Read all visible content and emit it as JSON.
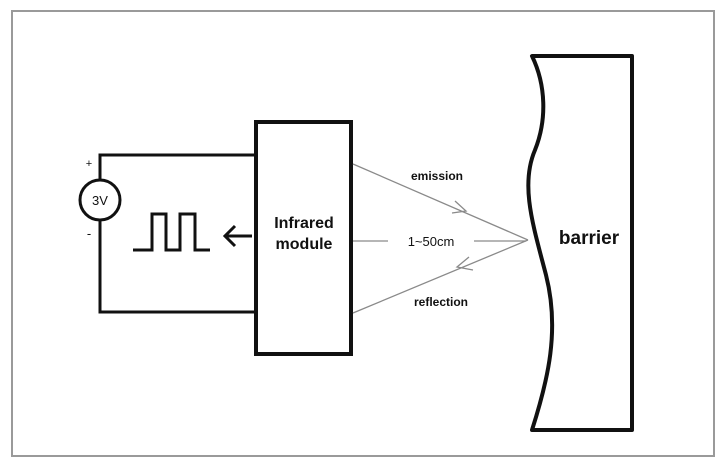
{
  "labels": {
    "source": "3V",
    "plus": "+",
    "minus": "-",
    "module_line1": "Infrared",
    "module_line2": "module",
    "emission": "emission",
    "distance": "1~50cm",
    "reflection": "reflection",
    "barrier": "barrier"
  },
  "colors": {
    "frame": "#9a9a9a",
    "line": "#111111",
    "beam": "#8a8a8a"
  },
  "icons": [
    "square-wave-icon",
    "arrow-left-icon",
    "voltage-source-icon"
  ]
}
